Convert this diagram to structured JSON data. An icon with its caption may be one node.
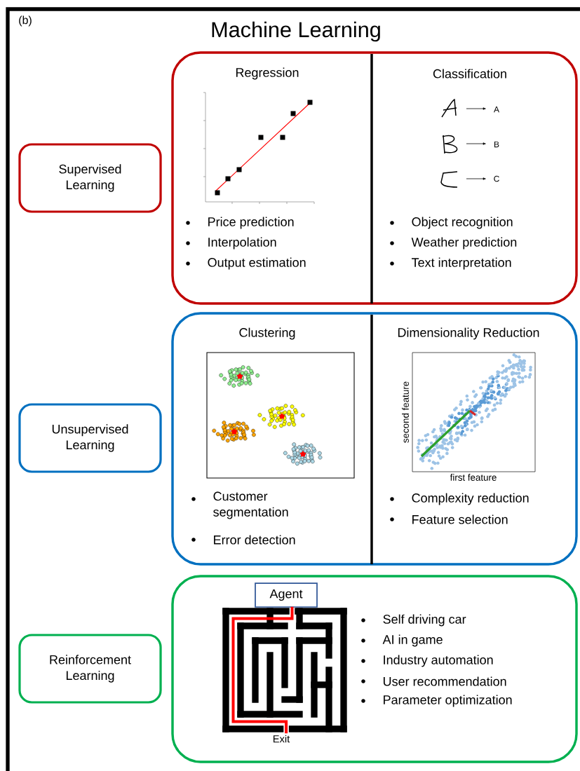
{
  "diagram": {
    "title": "Machine Learning",
    "nodes": [
      {
        "text": [
          "Supervised Learning"
        ]
      },
      {
        "text": [
          "Regression",
          "Price prediction",
          "Interpolation",
          "Output estimation",
          "Classification",
          "Object recognition",
          "Weather prediction",
          "Text interpretation"
        ]
      },
      {
        "text": [
          "Unsupervised Learning"
        ]
      },
      {
        "text": [
          "Clustering",
          "Customer segmentation",
          "Error detection",
          "Dimensionality Reduction",
          "Complexity reduction",
          "Feature selection"
        ]
      },
      {
        "text": [
          "Reinforcement Learning"
        ]
      },
      {
        "text": [
          "Self driving car",
          "AI in game",
          "Industry automation",
          "User recommendation",
          "Parameter optimization"
        ]
      },
      {
        "text": [
          "Agent"
        ],
        "in": 5
      }
    ],
    "labels": [
      "(b)",
      "A",
      "B",
      "C",
      "second feature",
      "first feature",
      "Exit"
    ]
  }
}
